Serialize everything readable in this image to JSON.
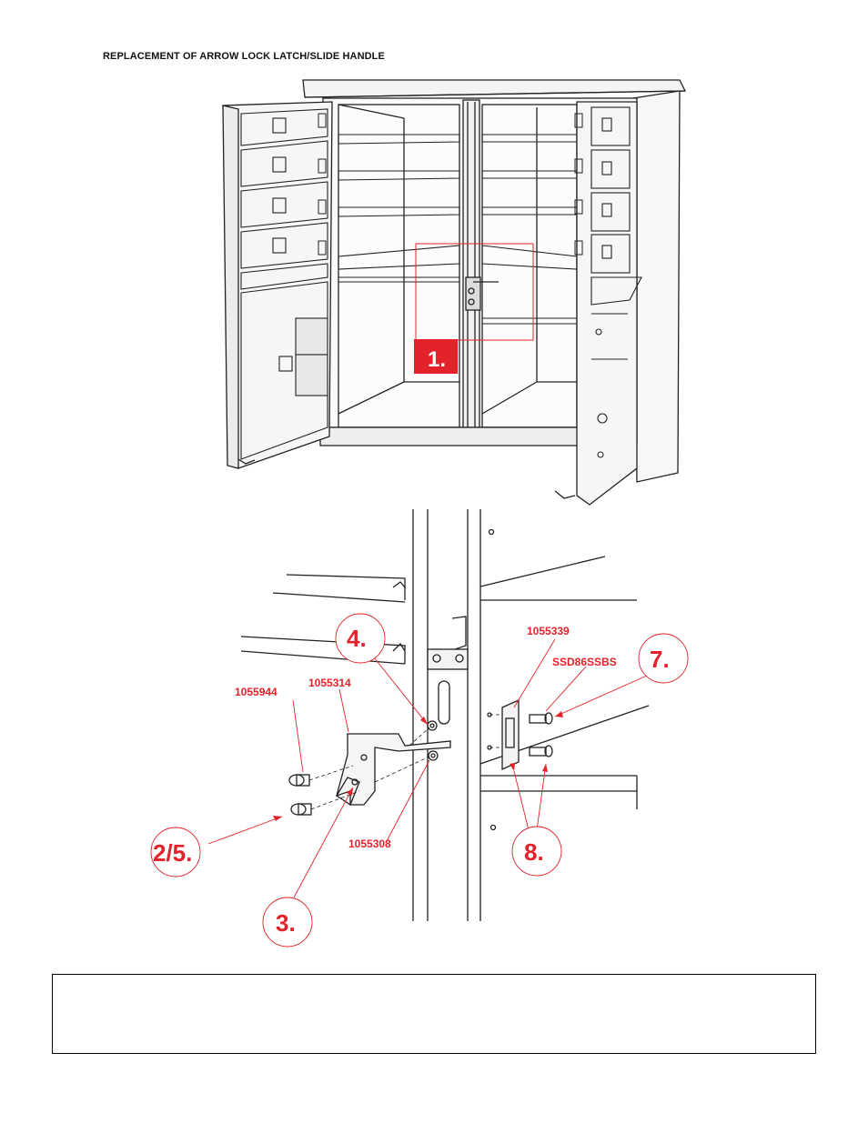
{
  "page": {
    "title": "REPLACEMENT OF ARROW LOCK LATCH/SLIDE HANDLE"
  },
  "callouts": {
    "step1": "1.",
    "step2_5": "2/5.",
    "step3": "3.",
    "step4": "4.",
    "step7": "7.",
    "step8": "8."
  },
  "parts": {
    "p1055944": "1055944",
    "p1055314": "1055314",
    "p1055308": "1055308",
    "p1055339": "1055339",
    "pSSD86SSBS": "SSD86SSBS"
  },
  "note": {
    "text": ""
  },
  "colors": {
    "accent": "#e3222b",
    "line": "#222222"
  }
}
